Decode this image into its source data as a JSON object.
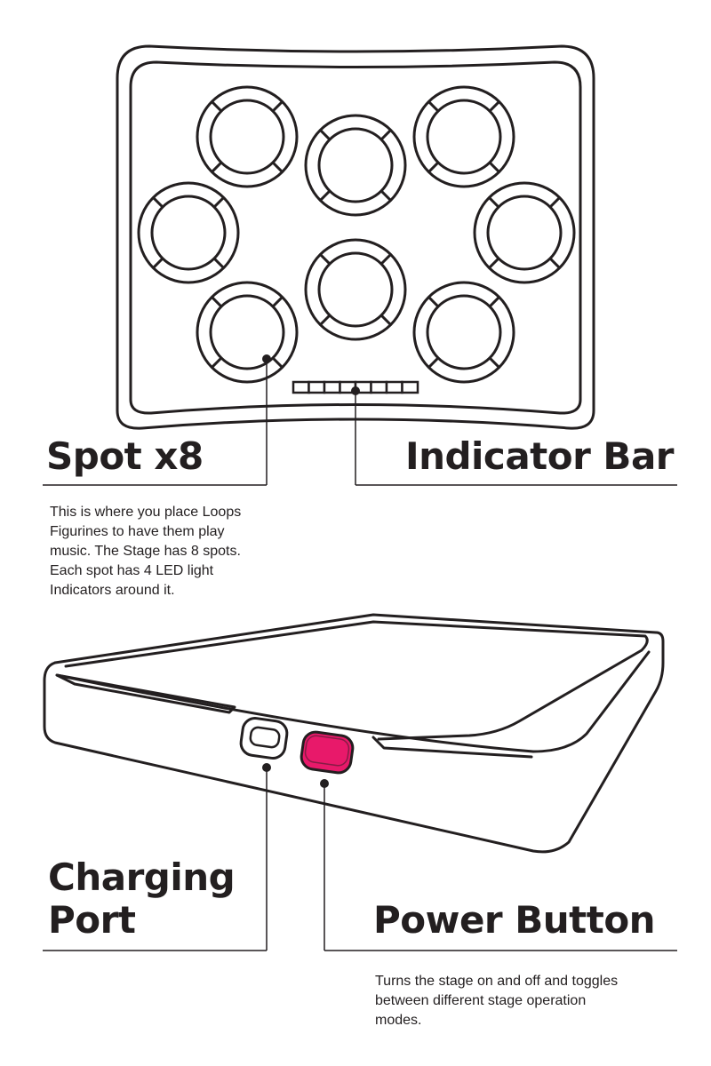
{
  "colors": {
    "line": "#231f20",
    "background": "#ffffff",
    "power_button": "#e8196a"
  },
  "labels": {
    "spot": {
      "title": "Spot x8",
      "description": "This is where you place Loops\nFigurines to have them play\nmusic. The Stage has 8 spots.\nEach spot has 4 LED light\nIndicators around it."
    },
    "indicator_bar": {
      "title": "Indicator Bar"
    },
    "charging_port": {
      "title": "Charging\nPort"
    },
    "power_button": {
      "title": "Power Button",
      "description": "Turns the stage on and off and toggles\nbetween different stage operation\nmodes."
    }
  },
  "stage": {
    "spot_count": 8,
    "leds_per_spot": 4,
    "indicator_segments": 8
  }
}
